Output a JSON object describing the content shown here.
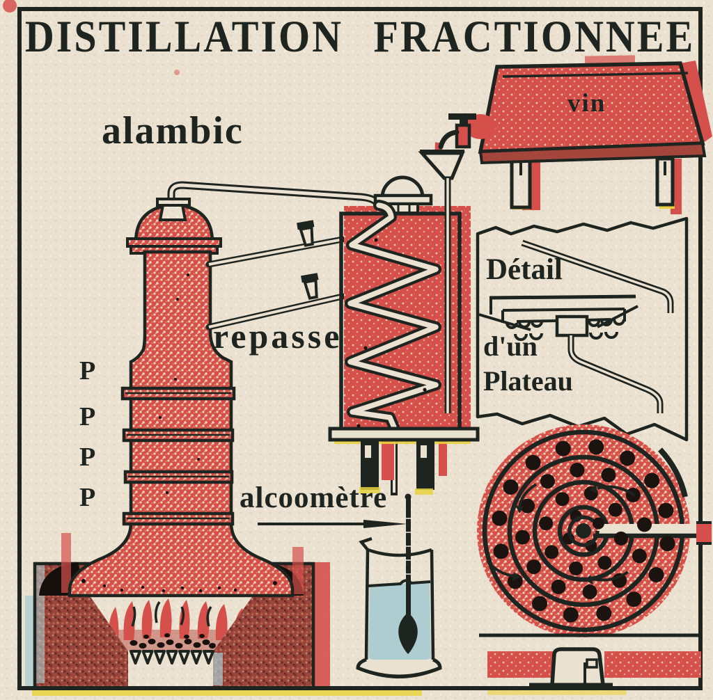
{
  "artwork": {
    "title": "DISTILLATION FRACTIONNEE",
    "labels": {
      "alambic": "alambic",
      "vin": "vin",
      "repasse": "repasse",
      "alcoometre": "alcoomètre",
      "detail": {
        "line1": "Détail",
        "line2": "d'un",
        "line3": "Plateau"
      },
      "plate_markers": [
        "P",
        "P",
        "P",
        "P"
      ]
    },
    "colors": {
      "paper": "#eae1d0",
      "ink": "#1e241f",
      "red": "#d6504b",
      "brick_red": "#9c453c",
      "dark_red": "#a4463c",
      "liquid_blue": "#aecdd1",
      "accent_yellow": "#e9d23f"
    }
  }
}
